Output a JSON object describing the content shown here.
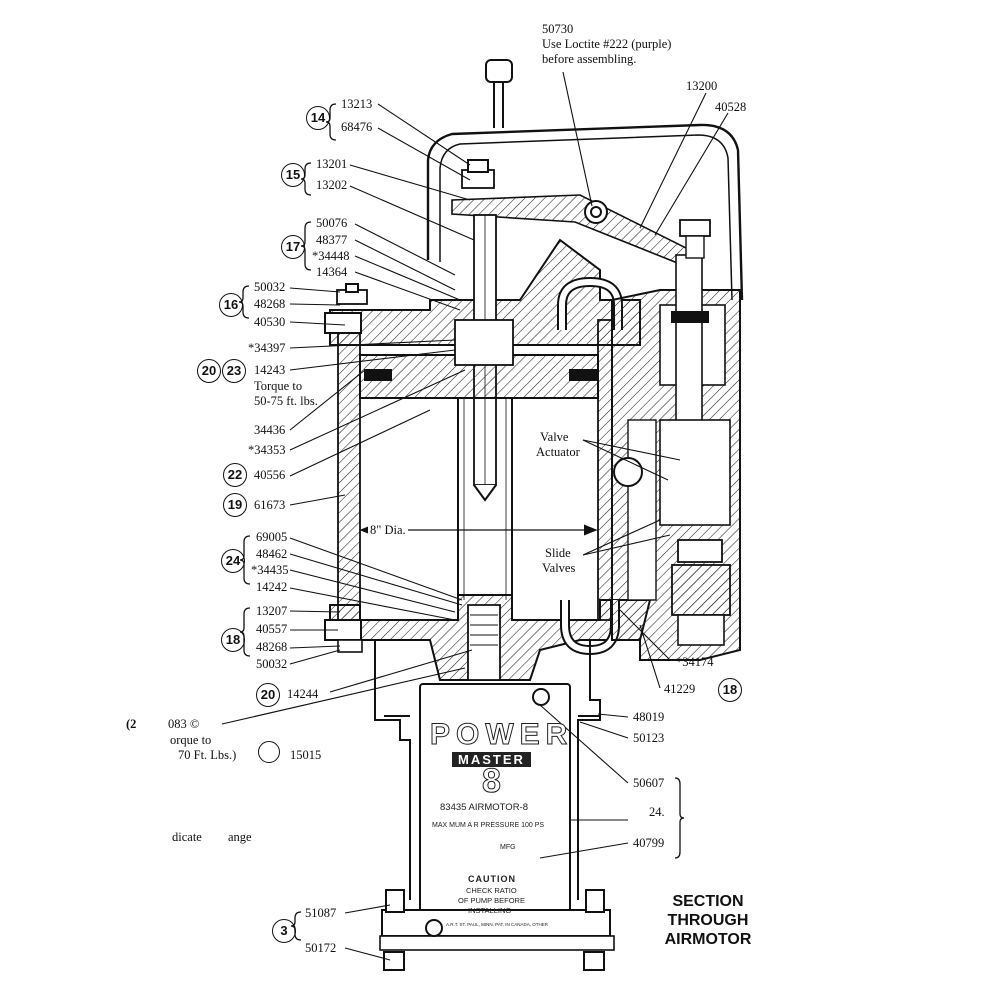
{
  "title": "SECTION THROUGH AIRMOTOR",
  "title_lines": [
    "SECTION",
    "THROUGH",
    "AIRMOTOR"
  ],
  "top_note": {
    "part": "50730",
    "line1": "Use Loctite #222 (purple)",
    "line2": "before assembling."
  },
  "callouts": {
    "c14": "14",
    "c15": "15",
    "c16": "16",
    "c17": "17",
    "c20a": "20",
    "c23": "23",
    "c22": "22",
    "c19": "19",
    "c24": "24",
    "c18a": "18",
    "c20b": "20",
    "c18b": "18",
    "c3": "3"
  },
  "parts": {
    "p13213": "13213",
    "p68476": "68476",
    "p13201": "13201",
    "p13202": "13202",
    "p50076": "50076",
    "p48377": "48377",
    "p34448": "*34448",
    "p14364": "14364",
    "p50032a": "50032",
    "p48268a": "48268",
    "p40530": "40530",
    "p34397": "*34397",
    "p14243": "14243",
    "p34436": "34436",
    "p34353": "*34353",
    "p40556": "40556",
    "p61673": "61673",
    "p69005": "69005",
    "p48462": "48462",
    "p34435": "*34435",
    "p14242": "14242",
    "p13207": "13207",
    "p40557": "40557",
    "p48268b": "48268",
    "p50032b": "50032",
    "p14244": "14244",
    "p13200": "13200",
    "p40528": "40528",
    "p34174": "*34174",
    "p41229": "41229",
    "p48019": "48019",
    "p50123": "50123",
    "p50607": "50607",
    "p24": "24.",
    "p40799": "40799",
    "p51087": "51087",
    "p50172": "50172",
    "p15015": "15015"
  },
  "torque_note": {
    "line1": "Torque to",
    "line2": "50-75 ft. lbs."
  },
  "dia_label": "8\" Dia.",
  "valve_actuator": {
    "line1": "Valve",
    "line2": "Actuator"
  },
  "slide_valves": {
    "line1": "Slide",
    "line2": "Valves"
  },
  "partial_texts": {
    "left_a": "(2",
    "left_b": "083 ©",
    "left_c": "orque to",
    "left_d": "70 Ft. Lbs.)",
    "left_e": "dicate",
    "left_f": "ange"
  },
  "nameplate": {
    "brand": "POWER",
    "model_word": "MASTER",
    "model_number": "8",
    "model_line": "83435 AIRMOTOR-8",
    "pressure": "MAX MUM A R PRESSURE 100 PS",
    "maker": "MFG",
    "caution_title": "CAUTION",
    "caution1": "CHECK RATIO",
    "caution2": "OF PUMP BEFORE",
    "caution3": "INSTALLING",
    "footer": "A.R.T. ST. PAUL, MINN. PAT. IN CANADA, OTHER"
  }
}
